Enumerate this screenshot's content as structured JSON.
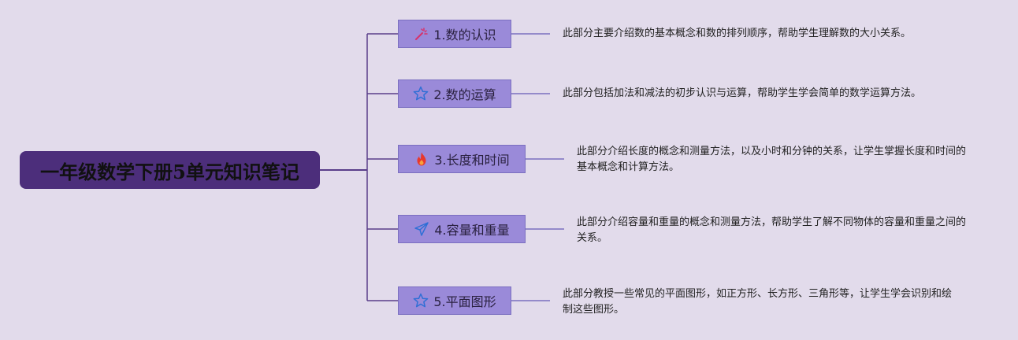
{
  "root": {
    "title": "一年级数学下册5单元知识笔记"
  },
  "branches": [
    {
      "label": "1.数的认识",
      "icon": "magic-wand-icon",
      "desc": "此部分主要介绍数的基本概念和数的排列顺序，帮助学生理解数的大小关系。"
    },
    {
      "label": "2.数的运算",
      "icon": "star-icon",
      "desc": "此部分包括加法和减法的初步认识与运算，帮助学生学会简单的数学运算方法。"
    },
    {
      "label": "3.长度和时间",
      "icon": "fire-icon",
      "desc": "此部分介绍长度的概念和测量方法，以及小时和分钟的关系，让学生掌握长度和时间的基本概念和计算方法。"
    },
    {
      "label": "4.容量和重量",
      "icon": "paper-plane-icon",
      "desc": "此部分介绍容量和重量的概念和测量方法，帮助学生了解不同物体的容量和重量之间的关系。"
    },
    {
      "label": "5.平面图形",
      "icon": "star-icon",
      "desc": "此部分教授一些常见的平面图形，如正方形、长方形、三角形等，让学生学会识别和绘制这些图形。"
    }
  ],
  "colors": {
    "background": "#e2dbeb",
    "root_fill": "#4c2e7b",
    "node_fill": "#9a8ad9",
    "connector": "#5a3e8a",
    "wand_icon": "#d6336c",
    "star_icon": "#2f6fd6",
    "fire_icon": "#e8382c",
    "plane_icon": "#2f6fd6"
  }
}
